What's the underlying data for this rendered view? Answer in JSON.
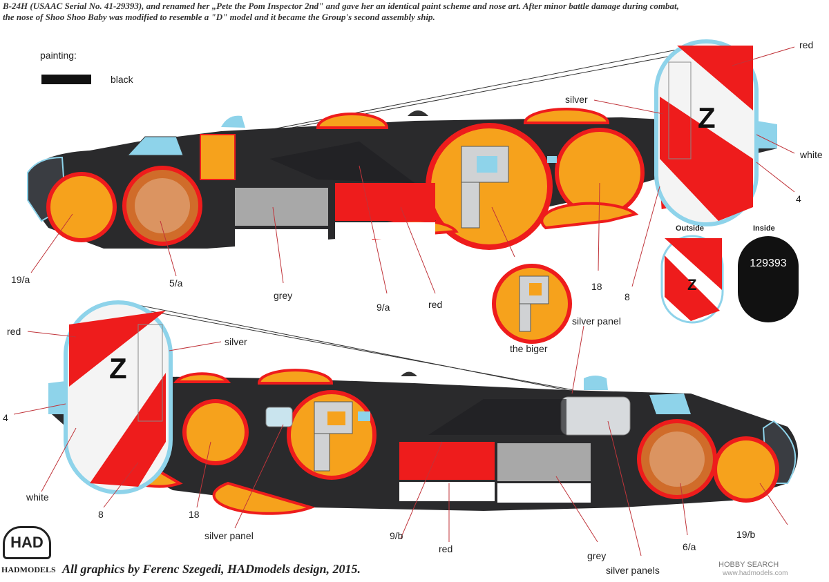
{
  "header": {
    "line1": "B-24H (USAAC Serial No. 41-29393), and renamed her „Pete the Pom Inspector 2nd\" and gave her an identical paint scheme and nose art. After minor battle damage during combat,",
    "line2": "the nose of Shoo Shoo Baby was modified to resemble a \"D\" model and it became the Group's second assembly ship."
  },
  "painting": {
    "title": "painting:",
    "black_label": "black"
  },
  "colors": {
    "black": "#2a2a2c",
    "orange": "#f6a21c",
    "red": "#ee1c1c",
    "grey": "#a8a8a8",
    "silver": "#c9ccd0",
    "glass": "#8ed3ea"
  },
  "top_labels": {
    "red": "red",
    "silver": "silver",
    "white": "white",
    "four": "4",
    "nineteen_a": "19/a",
    "five_a": "5/a",
    "grey": "grey",
    "nine_a": "9/a",
    "red2": "red",
    "eighteen": "18",
    "eight": "8"
  },
  "insets": {
    "outside": "Outside",
    "inside": "Inside",
    "serial": "129393",
    "tail_letter": "Z",
    "big_p_caption": "the biger",
    "big_p_letter": "P"
  },
  "bottom_labels": {
    "red": "red",
    "silver": "silver",
    "four": "4",
    "white": "white",
    "eight": "8",
    "eighteen": "18",
    "silver_panel": "silver panel",
    "silver_panel_top": "silver panel",
    "nine_b": "9/b",
    "red2": "red",
    "grey": "grey",
    "silver_panels": "silver panels",
    "six_a": "6/a",
    "nineteen_b": "19/b"
  },
  "aircraft": {
    "tail_letter": "Z",
    "fuselage_letter": "P"
  },
  "footer": {
    "credit": "All graphics by Ferenc Szegedi, HADmodels design, 2015.",
    "logo": "HAD",
    "logo_text": "HADMODELS",
    "watermark1": "HOBBY SEARCH",
    "watermark2": "www.hadmodels.com"
  }
}
